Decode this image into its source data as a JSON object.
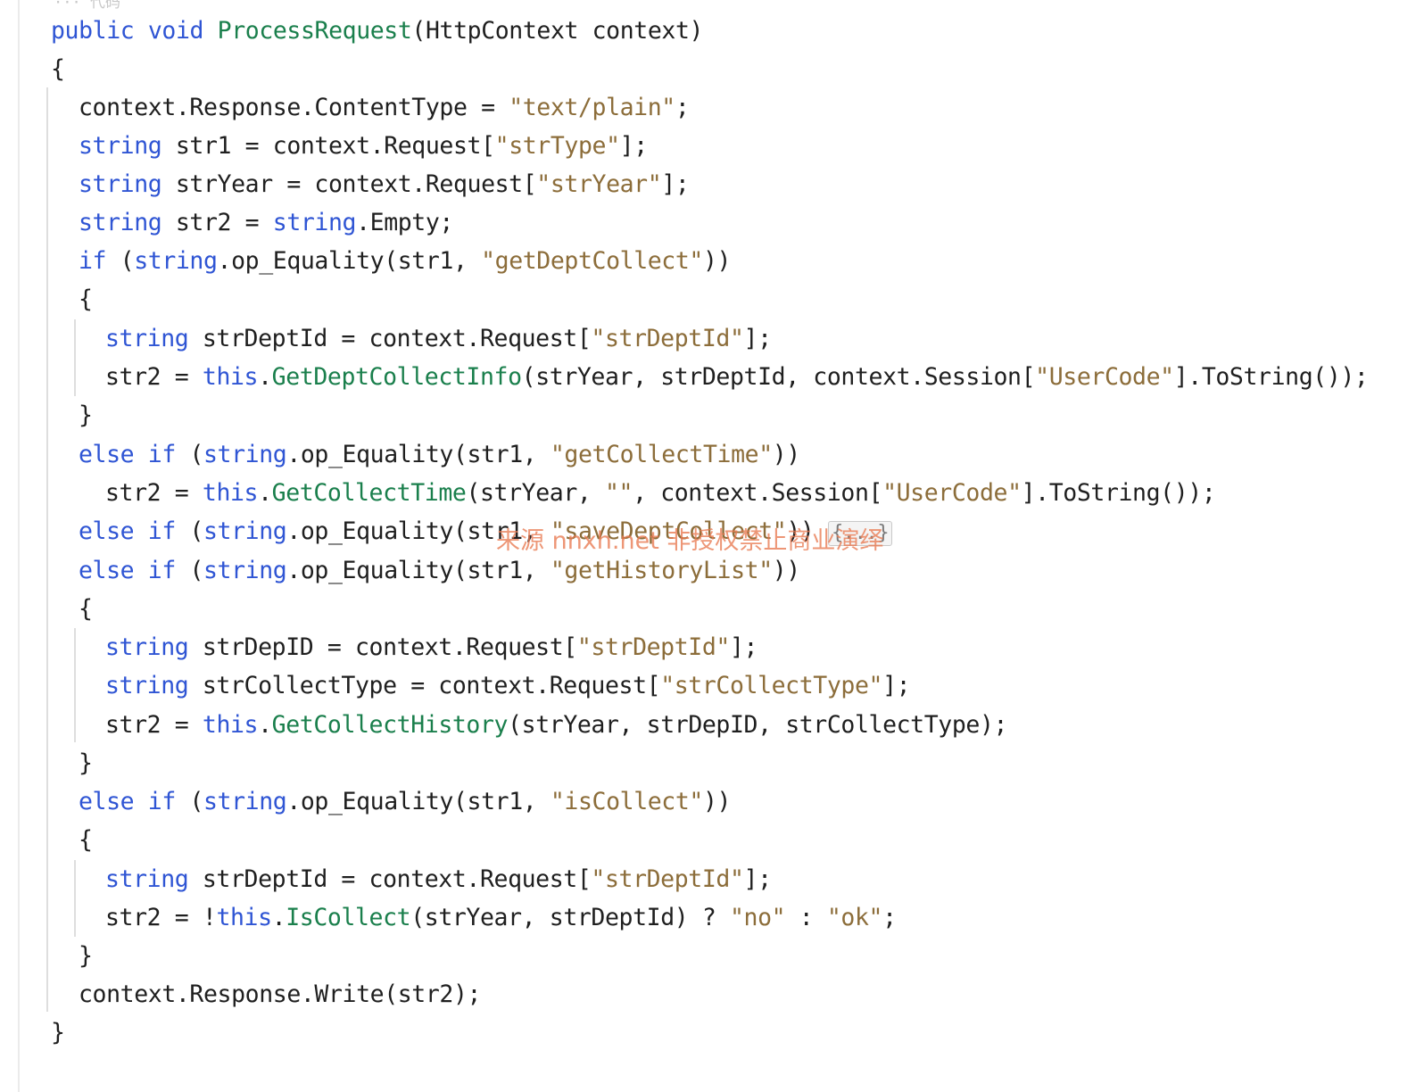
{
  "editor": {
    "top_ghost_text": "··· 代码",
    "fold_placeholder": "{...}",
    "watermark_text": "来源 nnxh.net 非授权禁止商业演绎",
    "lines": [
      [
        {
          "c": "kw",
          "t": "public void "
        },
        {
          "c": "meth",
          "t": "ProcessRequest"
        },
        {
          "c": "plain",
          "t": "(HttpContext context)"
        }
      ],
      [
        {
          "c": "plain",
          "t": "{"
        }
      ],
      [
        {
          "c": "plain",
          "t": "context.Response.ContentType = "
        },
        {
          "c": "str",
          "t": "\"text/plain\""
        },
        {
          "c": "plain",
          "t": ";"
        }
      ],
      [
        {
          "c": "kw",
          "t": "string"
        },
        {
          "c": "plain",
          "t": " str1 = context.Request["
        },
        {
          "c": "str",
          "t": "\"strType\""
        },
        {
          "c": "plain",
          "t": "];"
        }
      ],
      [
        {
          "c": "kw",
          "t": "string"
        },
        {
          "c": "plain",
          "t": " strYear = context.Request["
        },
        {
          "c": "str",
          "t": "\"strYear\""
        },
        {
          "c": "plain",
          "t": "];"
        }
      ],
      [
        {
          "c": "kw",
          "t": "string"
        },
        {
          "c": "plain",
          "t": " str2 = "
        },
        {
          "c": "kw",
          "t": "string"
        },
        {
          "c": "plain",
          "t": ".Empty;"
        }
      ],
      [
        {
          "c": "kw",
          "t": "if"
        },
        {
          "c": "plain",
          "t": " ("
        },
        {
          "c": "kw",
          "t": "string"
        },
        {
          "c": "plain",
          "t": ".op_Equality(str1, "
        },
        {
          "c": "str",
          "t": "\"getDeptCollect\""
        },
        {
          "c": "plain",
          "t": "))"
        }
      ],
      [
        {
          "c": "plain",
          "t": "{"
        }
      ],
      [
        {
          "c": "kw",
          "t": "string"
        },
        {
          "c": "plain",
          "t": " strDeptId = context.Request["
        },
        {
          "c": "str",
          "t": "\"strDeptId\""
        },
        {
          "c": "plain",
          "t": "];"
        }
      ],
      [
        {
          "c": "plain",
          "t": "str2 = "
        },
        {
          "c": "kw",
          "t": "this"
        },
        {
          "c": "plain",
          "t": "."
        },
        {
          "c": "meth",
          "t": "GetDeptCollectInfo"
        },
        {
          "c": "plain",
          "t": "(strYear, strDeptId, context.Session["
        },
        {
          "c": "str",
          "t": "\"UserCode\""
        },
        {
          "c": "plain",
          "t": "].ToString());"
        }
      ],
      [
        {
          "c": "plain",
          "t": "}"
        }
      ],
      [
        {
          "c": "kw",
          "t": "else if"
        },
        {
          "c": "plain",
          "t": " ("
        },
        {
          "c": "kw",
          "t": "string"
        },
        {
          "c": "plain",
          "t": ".op_Equality(str1, "
        },
        {
          "c": "str",
          "t": "\"getCollectTime\""
        },
        {
          "c": "plain",
          "t": "))"
        }
      ],
      [
        {
          "c": "plain",
          "t": "str2 = "
        },
        {
          "c": "kw",
          "t": "this"
        },
        {
          "c": "plain",
          "t": "."
        },
        {
          "c": "meth",
          "t": "GetCollectTime"
        },
        {
          "c": "plain",
          "t": "(strYear, "
        },
        {
          "c": "str",
          "t": "\"\""
        },
        {
          "c": "plain",
          "t": ", context.Session["
        },
        {
          "c": "str",
          "t": "\"UserCode\""
        },
        {
          "c": "plain",
          "t": "].ToString());"
        }
      ],
      [
        {
          "c": "kw",
          "t": "else if"
        },
        {
          "c": "plain",
          "t": " ("
        },
        {
          "c": "kw",
          "t": "string"
        },
        {
          "c": "plain",
          "t": ".op_Equality(str1, "
        },
        {
          "c": "str",
          "t": "\"saveDeptCollect\""
        },
        {
          "c": "plain",
          "t": ")) "
        },
        {
          "c": "fold",
          "t": "{...}"
        }
      ],
      [
        {
          "c": "kw",
          "t": "else if"
        },
        {
          "c": "plain",
          "t": " ("
        },
        {
          "c": "kw",
          "t": "string"
        },
        {
          "c": "plain",
          "t": ".op_Equality(str1, "
        },
        {
          "c": "str",
          "t": "\"getHistoryList\""
        },
        {
          "c": "plain",
          "t": "))"
        }
      ],
      [
        {
          "c": "plain",
          "t": "{"
        }
      ],
      [
        {
          "c": "kw",
          "t": "string"
        },
        {
          "c": "plain",
          "t": " strDepID = context.Request["
        },
        {
          "c": "str",
          "t": "\"strDeptId\""
        },
        {
          "c": "plain",
          "t": "];"
        }
      ],
      [
        {
          "c": "kw",
          "t": "string"
        },
        {
          "c": "plain",
          "t": " strCollectType = context.Request["
        },
        {
          "c": "str",
          "t": "\"strCollectType\""
        },
        {
          "c": "plain",
          "t": "];"
        }
      ],
      [
        {
          "c": "plain",
          "t": "str2 = "
        },
        {
          "c": "kw",
          "t": "this"
        },
        {
          "c": "plain",
          "t": "."
        },
        {
          "c": "meth",
          "t": "GetCollectHistory"
        },
        {
          "c": "plain",
          "t": "(strYear, strDepID, strCollectType);"
        }
      ],
      [
        {
          "c": "plain",
          "t": "}"
        }
      ],
      [
        {
          "c": "kw",
          "t": "else if"
        },
        {
          "c": "plain",
          "t": " ("
        },
        {
          "c": "kw",
          "t": "string"
        },
        {
          "c": "plain",
          "t": ".op_Equality(str1, "
        },
        {
          "c": "str",
          "t": "\"isCollect\""
        },
        {
          "c": "plain",
          "t": "))"
        }
      ],
      [
        {
          "c": "plain",
          "t": "{"
        }
      ],
      [
        {
          "c": "kw",
          "t": "string"
        },
        {
          "c": "plain",
          "t": " strDeptId = context.Request["
        },
        {
          "c": "str",
          "t": "\"strDeptId\""
        },
        {
          "c": "plain",
          "t": "];"
        }
      ],
      [
        {
          "c": "plain",
          "t": "str2 = !"
        },
        {
          "c": "kw",
          "t": "this"
        },
        {
          "c": "plain",
          "t": "."
        },
        {
          "c": "meth",
          "t": "IsCollect"
        },
        {
          "c": "plain",
          "t": "(strYear, strDeptId) ? "
        },
        {
          "c": "str",
          "t": "\"no\""
        },
        {
          "c": "plain",
          "t": " : "
        },
        {
          "c": "str",
          "t": "\"ok\""
        },
        {
          "c": "plain",
          "t": ";"
        }
      ],
      [
        {
          "c": "plain",
          "t": "}"
        }
      ],
      [
        {
          "c": "plain",
          "t": "context.Response.Write(str2);"
        }
      ],
      [
        {
          "c": "plain",
          "t": "}"
        }
      ]
    ]
  },
  "colors": {
    "keyword": "#2f55d4",
    "string": "#8c6d3a",
    "method": "#1a7f4c",
    "text": "#1f1f1f",
    "watermark": "#e87850"
  }
}
